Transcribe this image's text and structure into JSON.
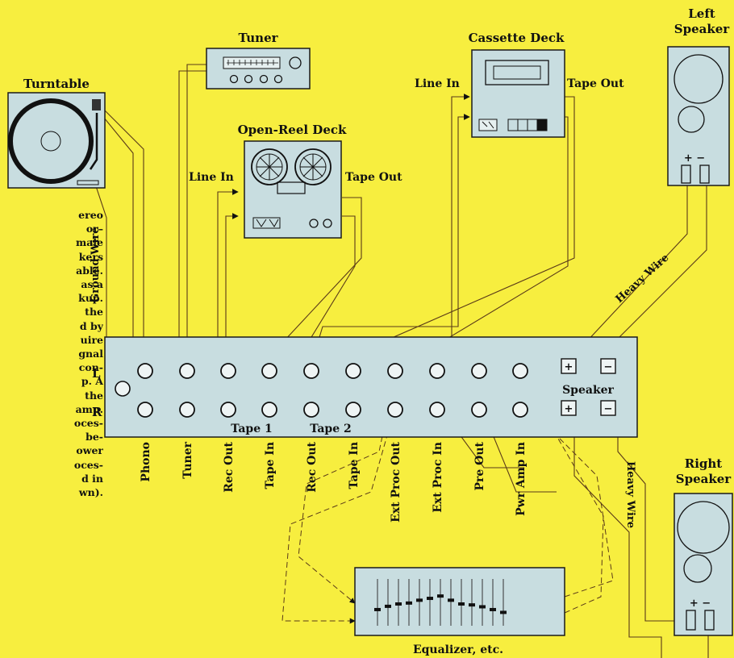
{
  "title": "",
  "components": {
    "turntable": "Turntable",
    "tuner": "Tuner",
    "open_reel": "Open-Reel Deck",
    "cassette": "Cassette Deck",
    "left_speaker": "Left\nSpeaker",
    "right_speaker": "Right\nSpeaker",
    "equalizer": "Equalizer, etc."
  },
  "port_labels": {
    "reel_line_in": "Line In",
    "reel_tape_out": "Tape Out",
    "cassette_line_in": "Line In",
    "cassette_tape_out": "Tape Out"
  },
  "wire_labels": {
    "ground": "Ground Wire",
    "heavy_top": "Heavy Wire",
    "heavy_right": "Heavy Wire"
  },
  "panel": {
    "row_left": "L",
    "row_right": "R",
    "speaker": "Speaker",
    "plus": "+",
    "minus": "−",
    "tape1": "Tape 1",
    "tape2": "Tape 2",
    "jacks": [
      "Phono",
      "Tuner",
      "Rec Out",
      "Tape In",
      "Rec Out",
      "Tape In",
      "Ext Proc Out",
      "Ext Proc In",
      "Pre Out",
      "Pwr Amp In"
    ]
  },
  "speaker_terminals": "+ −",
  "caption_lines": [
    "ereo",
    "or–",
    "male",
    "kers",
    "able.",
    "as a",
    "kup.",
    "the",
    "d by",
    "uire",
    "gnal",
    "con-",
    "p. A",
    "the",
    "amp.",
    "oces-",
    "be-",
    "ower",
    "oces-",
    "d in",
    "wn)."
  ],
  "colors": {
    "background": "#f7ee3f",
    "device_fill": "#c8dde0",
    "wire": "#5a3a18",
    "outline": "#1a1a1a"
  }
}
